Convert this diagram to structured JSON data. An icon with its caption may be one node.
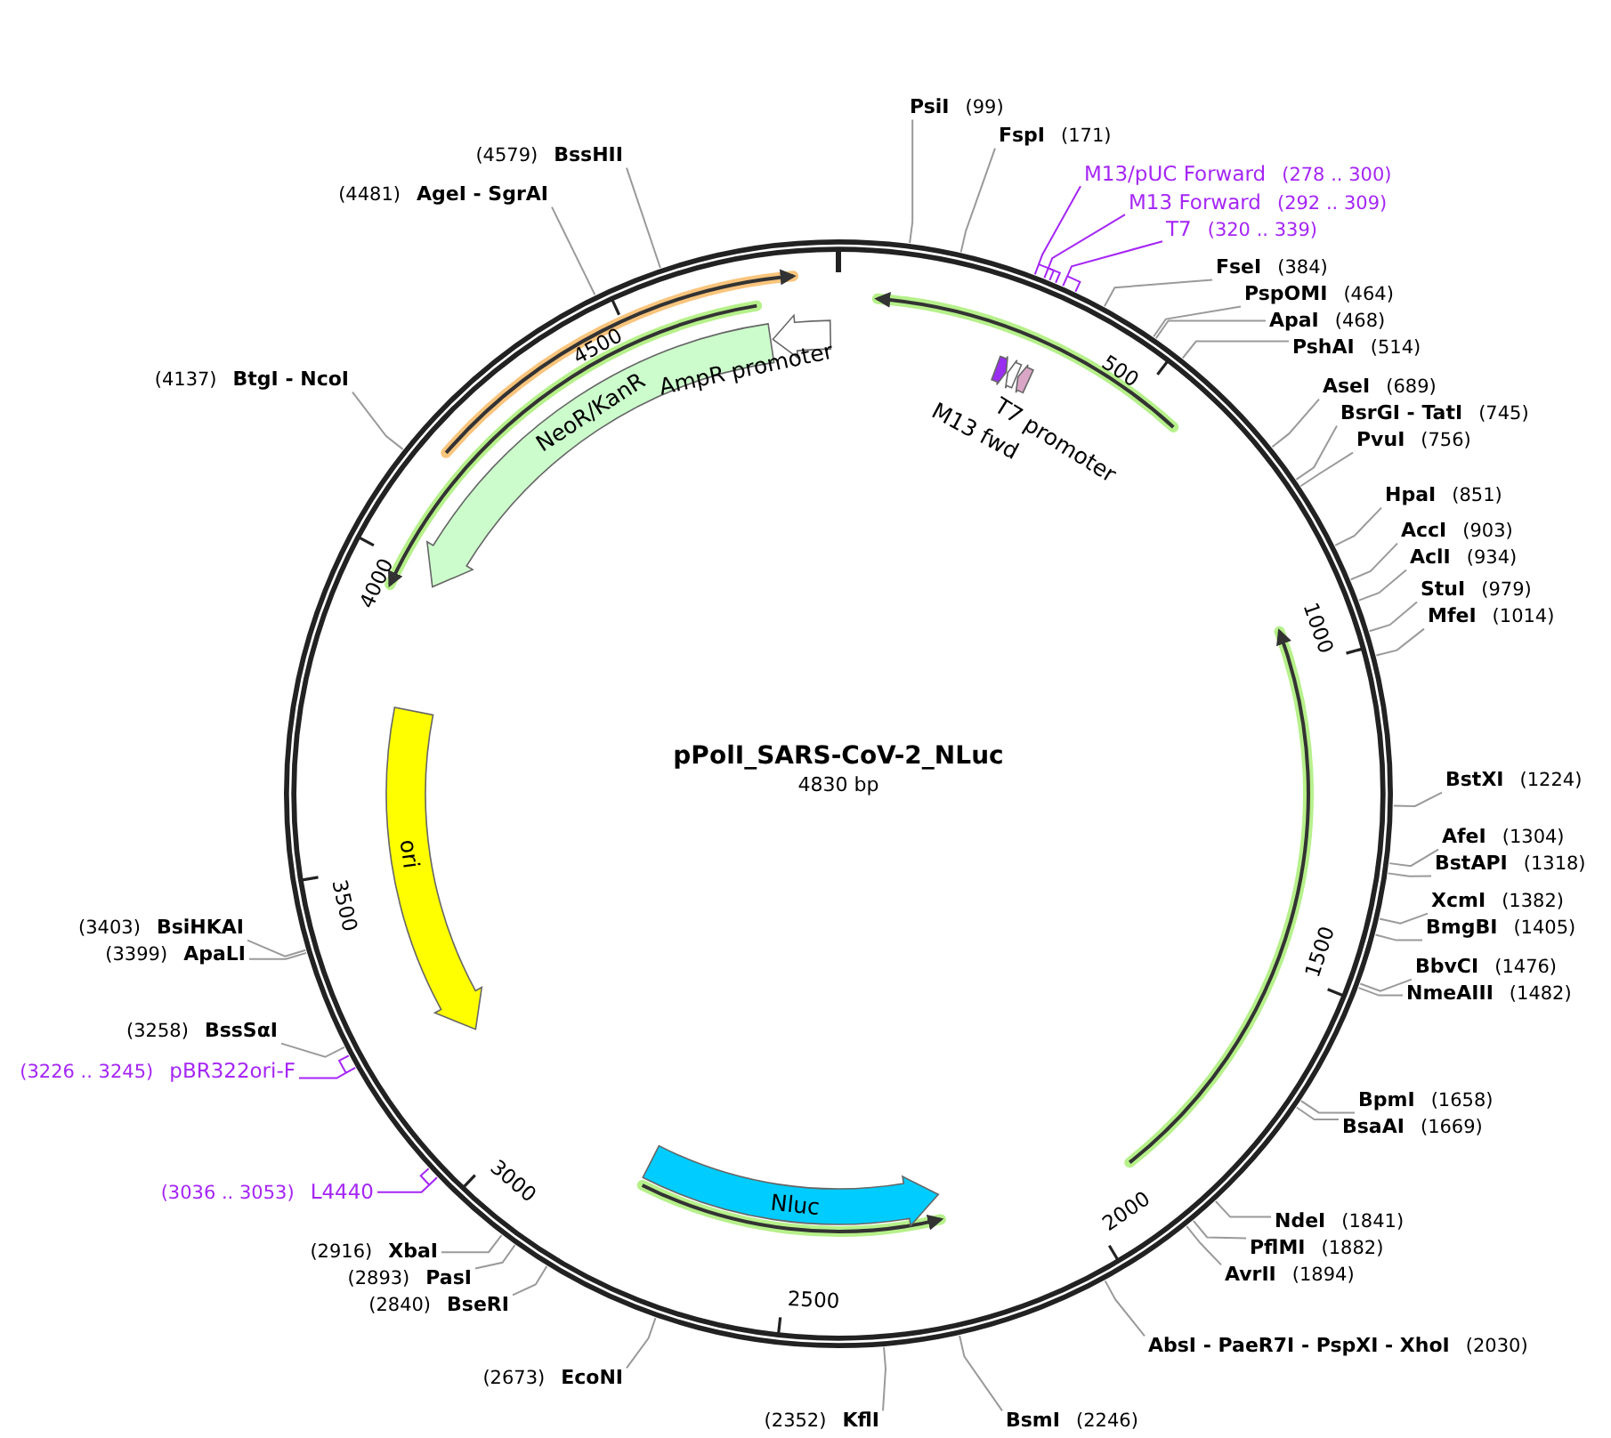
{
  "diagram": {
    "title": "pPolI_SARS-CoV-2_NLuc",
    "nodes": [
      {
        "text": [],
        "shape": "circle"
      },
      {
        "text": [
          "NeoR/KanR"
        ],
        "in": 0
      },
      {
        "text": [
          "AmpR promoter"
        ],
        "in": 0
      },
      {
        "text": [
          "M13 fwd"
        ],
        "in": 0
      },
      {
        "text": [],
        "shape": "arrow",
        "in": 0
      },
      {
        "text": [
          "T7 promoter"
        ],
        "in": 0
      },
      {
        "text": [
          "ori"
        ],
        "in": 0
      },
      {
        "text": [
          "Nluc"
        ],
        "in": 0
      },
      {
        "text": [
          "PsiI",
          "(99)"
        ]
      },
      {
        "text": [
          "FspI",
          "(171)"
        ]
      },
      {
        "text": [
          "M13/pUC Forward",
          "(278 .. 300)"
        ]
      },
      {
        "text": [
          "M13 Forward",
          "(292 .. 309)"
        ]
      },
      {
        "text": [
          "T7",
          "(320 .. 339)"
        ]
      },
      {
        "text": [
          "FseI",
          "(384)"
        ]
      },
      {
        "text": [
          "PspOMI",
          "(464)"
        ]
      },
      {
        "text": [
          "ApaI",
          "(468)"
        ]
      },
      {
        "text": [
          "PshAI",
          "(514)"
        ]
      },
      {
        "text": [
          "AseI",
          "(689)"
        ]
      },
      {
        "text": [
          "BsrGI - TatI",
          "(745)"
        ]
      },
      {
        "text": [
          "PvuI",
          "(756)"
        ]
      },
      {
        "text": [
          "HpaI",
          "(851)"
        ]
      },
      {
        "text": [
          "AccI",
          "(903)"
        ]
      },
      {
        "text": [
          "AclI",
          "(934)"
        ]
      },
      {
        "text": [
          "StuI",
          "(979)"
        ]
      },
      {
        "text": [
          "MfeI",
          "(1014)"
        ]
      },
      {
        "text": [
          "BstXI",
          "(1224)"
        ]
      },
      {
        "text": [
          "AfeI",
          "(1304)"
        ]
      },
      {
        "text": [
          "BstAPI",
          "(1318)"
        ]
      },
      {
        "text": [
          "XcmI",
          "(1382)"
        ]
      },
      {
        "text": [
          "BmgBI",
          "(1405)"
        ]
      },
      {
        "text": [
          "BbvCI",
          "(1476)"
        ]
      },
      {
        "text": [
          "NmeAIII",
          "(1482)"
        ]
      },
      {
        "text": [
          "BpmI",
          "(1658)"
        ]
      },
      {
        "text": [
          "BsaAI",
          "(1669)"
        ]
      },
      {
        "text": [
          "NdeI",
          "(1841)"
        ]
      },
      {
        "text": [
          "PflMI",
          "(1882)"
        ]
      },
      {
        "text": [
          "AvrII",
          "(1894)"
        ]
      },
      {
        "text": [
          "AbsI - PaeR7I - PspXI - XhoI",
          "(2030)"
        ]
      },
      {
        "text": [
          "BsmI",
          "(2246)"
        ]
      },
      {
        "text": [
          "(2352)",
          "KflI"
        ]
      },
      {
        "text": [
          "(2673)",
          "EcoNI"
        ]
      },
      {
        "text": [
          "(2840)",
          "BseRI"
        ]
      },
      {
        "text": [
          "(2893)",
          "PasI"
        ]
      },
      {
        "text": [
          "(2916)",
          "XbaI"
        ]
      },
      {
        "text": [
          "(3036 .. 3053)",
          "L4440"
        ]
      },
      {
        "text": [
          "(3226 .. 3245)",
          "pBR322ori-F"
        ]
      },
      {
        "text": [
          "(3258)",
          "BssSαI"
        ]
      },
      {
        "text": [
          "(3399)",
          "ApaLI"
        ]
      },
      {
        "text": [
          "(3403)",
          "BsiHKAI"
        ]
      },
      {
        "text": [
          "(4137)",
          "BtgI - NcoI"
        ]
      },
      {
        "text": [
          "(4481)",
          "AgeI - SgrAI"
        ]
      },
      {
        "text": [
          "(4579)",
          "BssHII"
        ]
      }
    ],
    "edges": [
      {
        "from": 8,
        "to": 0,
        "arrow": "none"
      },
      {
        "from": 9,
        "to": 0,
        "arrow": "none"
      },
      {
        "from": 10,
        "to": 0,
        "arrow": "none",
        "color": "#a526f5"
      },
      {
        "from": 11,
        "to": 0,
        "arrow": "none",
        "color": "#a526f5"
      },
      {
        "from": 12,
        "to": 0,
        "arrow": "none",
        "color": "#a526f5"
      },
      {
        "from": 13,
        "to": 0,
        "arrow": "none"
      },
      {
        "from": 14,
        "to": 0,
        "arrow": "none"
      },
      {
        "from": 15,
        "to": 0,
        "arrow": "none"
      },
      {
        "from": 16,
        "to": 0,
        "arrow": "none"
      },
      {
        "from": 17,
        "to": 0,
        "arrow": "none"
      },
      {
        "from": 18,
        "to": 0,
        "arrow": "none"
      },
      {
        "from": 19,
        "to": 0,
        "arrow": "none"
      },
      {
        "from": 20,
        "to": 0,
        "arrow": "none"
      },
      {
        "from": 21,
        "to": 0,
        "arrow": "none"
      },
      {
        "from": 22,
        "to": 0,
        "arrow": "none"
      },
      {
        "from": 23,
        "to": 0,
        "arrow": "none"
      },
      {
        "from": 24,
        "to": 0,
        "arrow": "none"
      },
      {
        "from": 25,
        "to": 0,
        "arrow": "none"
      },
      {
        "from": 26,
        "to": 0,
        "arrow": "none"
      },
      {
        "from": 27,
        "to": 0,
        "arrow": "none"
      },
      {
        "from": 28,
        "to": 0,
        "arrow": "none"
      },
      {
        "from": 29,
        "to": 0,
        "arrow": "none"
      },
      {
        "from": 30,
        "to": 0,
        "arrow": "none"
      },
      {
        "from": 31,
        "to": 0,
        "arrow": "none"
      },
      {
        "from": 32,
        "to": 0,
        "arrow": "none"
      },
      {
        "from": 33,
        "to": 0,
        "arrow": "none"
      },
      {
        "from": 34,
        "to": 0,
        "arrow": "none"
      },
      {
        "from": 35,
        "to": 0,
        "arrow": "none"
      },
      {
        "from": 36,
        "to": 0,
        "arrow": "none"
      },
      {
        "from": 37,
        "to": 0,
        "arrow": "none"
      },
      {
        "from": 38,
        "to": 0,
        "arrow": "none"
      },
      {
        "from": 39,
        "to": 0,
        "arrow": "none"
      },
      {
        "from": 40,
        "to": 0,
        "arrow": "none"
      },
      {
        "from": 41,
        "to": 0,
        "arrow": "none"
      },
      {
        "from": 42,
        "to": 0,
        "arrow": "none"
      },
      {
        "from": 43,
        "to": 0,
        "arrow": "none"
      },
      {
        "from": 44,
        "to": 0,
        "arrow": "none",
        "color": "#a526f5"
      },
      {
        "from": 45,
        "to": 0,
        "arrow": "none",
        "color": "#a526f5"
      },
      {
        "from": 46,
        "to": 0,
        "arrow": "none"
      },
      {
        "from": 47,
        "to": 0,
        "arrow": "none"
      },
      {
        "from": 48,
        "to": 0,
        "arrow": "none"
      },
      {
        "from": 49,
        "to": 0,
        "arrow": "none"
      },
      {
        "from": 50,
        "to": 0,
        "arrow": "none"
      },
      {
        "from": 51,
        "to": 0,
        "arrow": "none"
      }
    ],
    "labels": [
      "4830 bp",
      "500",
      "1000",
      "1500",
      "2000",
      "2500",
      "3000",
      "3500",
      "4000",
      "4500"
    ]
  }
}
